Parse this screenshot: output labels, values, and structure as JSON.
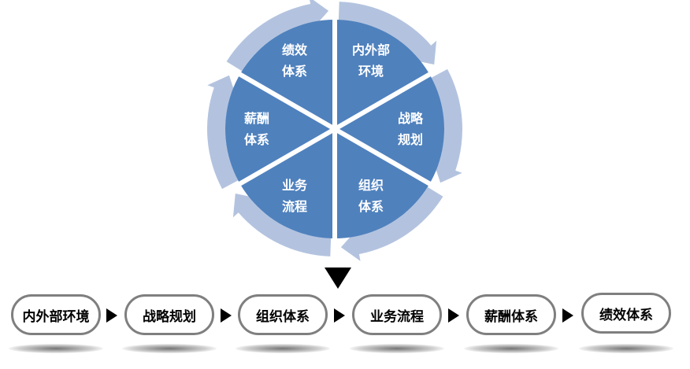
{
  "colors": {
    "segment_fill": "#4f81bd",
    "arrow_ring": "#b3c3df",
    "divider": "#ffffff",
    "step_border": "#7f7f7f"
  },
  "cycle": {
    "segments": [
      {
        "line1": "内外部",
        "line2": "环境"
      },
      {
        "line1": "战略",
        "line2": "规划"
      },
      {
        "line1": "组织",
        "line2": "体系"
      },
      {
        "line1": "业务",
        "line2": "流程"
      },
      {
        "line1": "薪酬",
        "line2": "体系"
      },
      {
        "line1": "绩效",
        "line2": "体系"
      }
    ]
  },
  "flow": {
    "steps": [
      "内外部环境",
      "战略规划",
      "组织体系",
      "业务流程",
      "薪酬体系",
      "绩效体系"
    ]
  }
}
